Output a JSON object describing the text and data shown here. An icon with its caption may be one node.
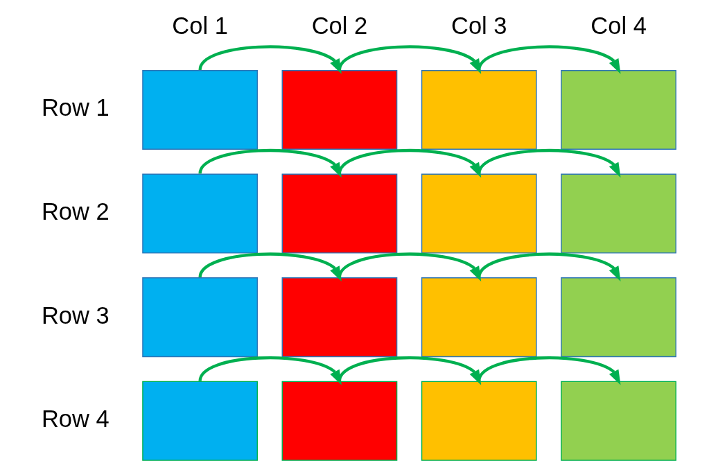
{
  "diagram": {
    "nodes": [
      {
        "text": [],
        "shape": "box"
      },
      {
        "text": [],
        "shape": "box"
      },
      {
        "text": [],
        "shape": "box"
      },
      {
        "text": [],
        "shape": "box"
      },
      {
        "text": [],
        "shape": "box"
      },
      {
        "text": [],
        "shape": "box"
      },
      {
        "text": [],
        "shape": "box"
      },
      {
        "text": [],
        "shape": "box"
      },
      {
        "text": [],
        "shape": "box"
      },
      {
        "text": [],
        "shape": "box"
      },
      {
        "text": [],
        "shape": "box"
      },
      {
        "text": [],
        "shape": "box"
      },
      {
        "text": [],
        "shape": "box"
      },
      {
        "text": [],
        "shape": "box"
      },
      {
        "text": [],
        "shape": "box"
      },
      {
        "text": [],
        "shape": "box"
      }
    ],
    "edges": [
      {
        "from": 0,
        "to": 1,
        "arrow": "to"
      },
      {
        "from": 1,
        "to": 2,
        "arrow": "to"
      },
      {
        "from": 2,
        "to": 3,
        "arrow": "to"
      },
      {
        "from": 4,
        "to": 5,
        "arrow": "to"
      },
      {
        "from": 5,
        "to": 6,
        "arrow": "to"
      },
      {
        "from": 6,
        "to": 7,
        "arrow": "to"
      },
      {
        "from": 8,
        "to": 9,
        "arrow": "to"
      },
      {
        "from": 9,
        "to": 10,
        "arrow": "to"
      },
      {
        "from": 10,
        "to": 11,
        "arrow": "to"
      },
      {
        "from": 12,
        "to": 13,
        "arrow": "to"
      },
      {
        "from": 13,
        "to": 14,
        "arrow": "to"
      },
      {
        "from": 14,
        "to": 15,
        "arrow": "to"
      }
    ],
    "labels": [
      "Col 1",
      "Col 2",
      "Col 3",
      "Col 4",
      "Row 1",
      "Row 2",
      "Row 3",
      "Row 4"
    ]
  }
}
